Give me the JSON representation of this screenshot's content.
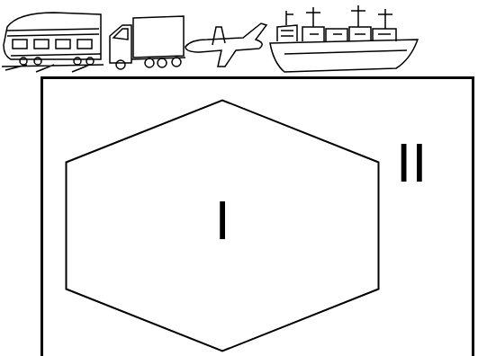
{
  "diagram": {
    "nodes": [
      {
        "text": [
          "II"
        ]
      },
      {
        "text": [
          "I"
        ],
        "in": 0
      }
    ]
  }
}
